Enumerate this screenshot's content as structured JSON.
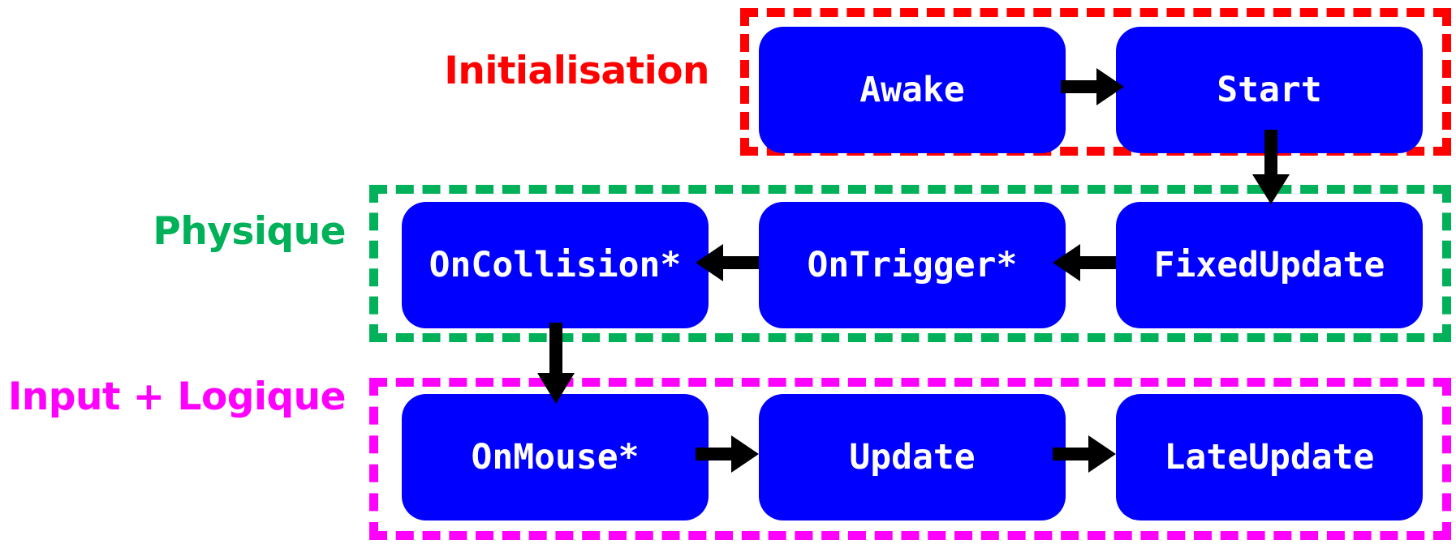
{
  "diagram": {
    "title": "Unity MonoBehaviour lifecycle (French labels)",
    "background": "#ffffff",
    "node_color": "#0000ff",
    "node_text_color": "#ffffff",
    "arrow_color": "#000000"
  },
  "groups": [
    {
      "id": "initialisation",
      "label": "Initialisation",
      "color": "#ff0000",
      "border_style": "dashed"
    },
    {
      "id": "physique",
      "label": "Physique",
      "color": "#00b159",
      "border_style": "dashed"
    },
    {
      "id": "input_logique",
      "label": "Input + Logique",
      "color": "#ff00ff",
      "border_style": "dashed"
    }
  ],
  "nodes": [
    {
      "id": "awake",
      "label": "Awake",
      "group": "initialisation",
      "row": 1,
      "col": 2
    },
    {
      "id": "start",
      "label": "Start",
      "group": "initialisation",
      "row": 1,
      "col": 3
    },
    {
      "id": "oncollision",
      "label": "OnCollision*",
      "group": "physique",
      "row": 2,
      "col": 1
    },
    {
      "id": "ontrigger",
      "label": "OnTrigger*",
      "group": "physique",
      "row": 2,
      "col": 2
    },
    {
      "id": "fixedupdate",
      "label": "FixedUpdate",
      "group": "physique",
      "row": 2,
      "col": 3
    },
    {
      "id": "onmouse",
      "label": "OnMouse*",
      "group": "input_logique",
      "row": 3,
      "col": 1
    },
    {
      "id": "update",
      "label": "Update",
      "group": "input_logique",
      "row": 3,
      "col": 2
    },
    {
      "id": "lateupdate",
      "label": "LateUpdate",
      "group": "input_logique",
      "row": 3,
      "col": 3
    }
  ],
  "edges": [
    {
      "id": "awake-start",
      "from": "awake",
      "to": "start",
      "direction": "right"
    },
    {
      "id": "start-fixedupdate",
      "from": "start",
      "to": "fixedupdate",
      "direction": "down"
    },
    {
      "id": "fixedupdate-ontrigger",
      "from": "fixedupdate",
      "to": "ontrigger",
      "direction": "left"
    },
    {
      "id": "ontrigger-oncollision",
      "from": "ontrigger",
      "to": "oncollision",
      "direction": "left"
    },
    {
      "id": "oncollision-onmouse",
      "from": "oncollision",
      "to": "onmouse",
      "direction": "down"
    },
    {
      "id": "onmouse-update",
      "from": "onmouse",
      "to": "update",
      "direction": "right"
    },
    {
      "id": "update-lateupdate",
      "from": "update",
      "to": "lateupdate",
      "direction": "right"
    }
  ]
}
